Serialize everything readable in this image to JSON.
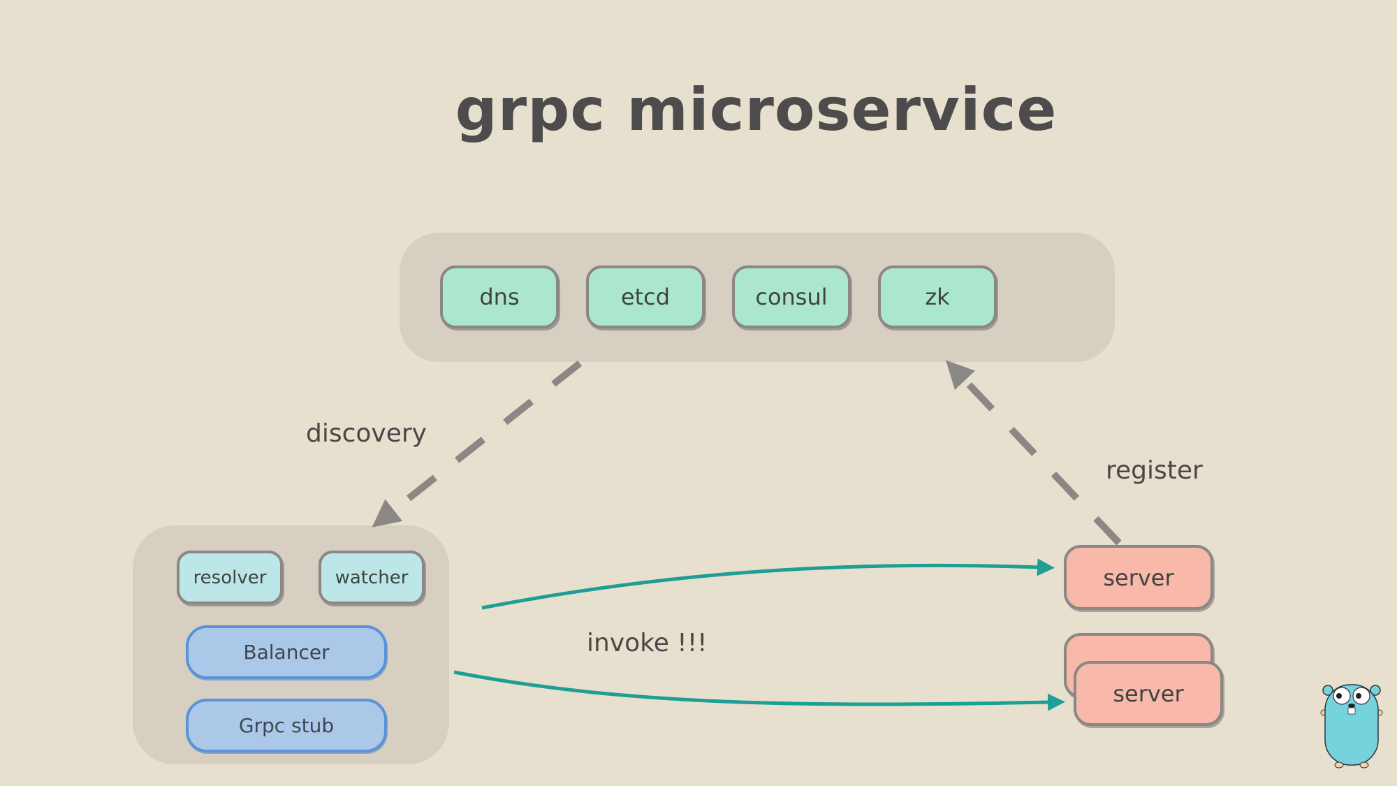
{
  "title": "grpc microservice",
  "registry": {
    "nodes": [
      {
        "label": "dns"
      },
      {
        "label": "etcd"
      },
      {
        "label": "consul"
      },
      {
        "label": "zk"
      }
    ]
  },
  "client": {
    "top": [
      {
        "label": "resolver"
      },
      {
        "label": "watcher"
      }
    ],
    "balancer": "Balancer",
    "stub": "Grpc stub"
  },
  "servers": [
    {
      "label": "server"
    },
    {
      "label": "server"
    }
  ],
  "edges": {
    "discovery": "discovery",
    "register": "register",
    "invoke": "invoke !!!"
  },
  "colors": {
    "background": "#e7e0ce",
    "group": "#d6cfc2",
    "registry_node": "#abe6cf",
    "client_node": "#bde6e8",
    "blue_node": "#acc8e8",
    "server_node": "#f8b9ab",
    "invoke_arrow": "#1e9e94",
    "dashed_arrow": "#8a8785"
  },
  "mascot": "go-gopher"
}
